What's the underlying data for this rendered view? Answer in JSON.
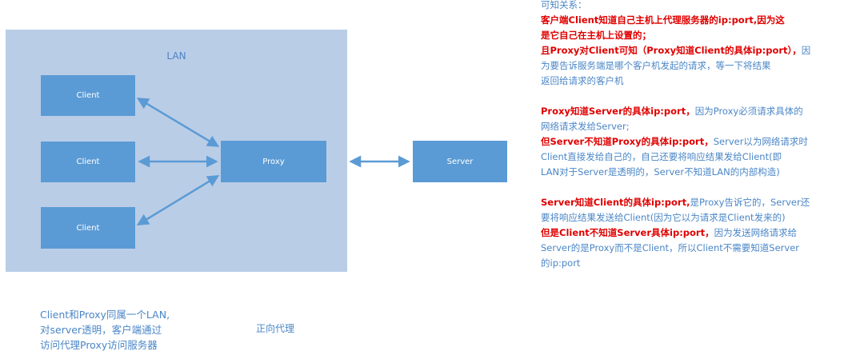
{
  "diagram": {
    "lan_label": "LAN",
    "clients": [
      "Client",
      "Client",
      "Client"
    ],
    "proxy": "Proxy",
    "server": "Server"
  },
  "captions": {
    "lan_line1": "Client和Proxy同属一个LAN,",
    "lan_line2": "对server透明，客户端通过",
    "lan_line3": "访问代理Proxy访问服务器",
    "forward_proxy": "正向代理"
  },
  "notes": {
    "heading": "可知关系：",
    "p1_red": "客户端Client知道自己主机上代理服务器的ip:port,",
    "p1_red_cont": "因为这",
    "p1_line2": "是它自己在主机上设置的；",
    "p2_red": "且Proxy对Client可知（Proxy知道Client的具体ip:port），",
    "p2_red_cont": "因",
    "p2_line2": "为要告诉服务端是哪个客户机发起的请求，等一下将结果",
    "p2_line3": "返回给请求的客户机",
    "p3_red": "Proxy知道Server的具体ip:port，",
    "p3_blue": "因为Proxy必须请求具体的",
    "p3_line2": "网络请求发给Server;",
    "p4_red": "但Server不知道Proxy的具体ip:port，",
    "p4_blue": "Server以为网络请求时",
    "p4_line2": "Client直接发给自己的，自己还要将响应结果发给Client(即",
    "p4_line3": "LAN对于Server是透明的，Server不知道LAN的内部构造)",
    "p5_red": "Server知道Client的具体ip:port,",
    "p5_blue": "是Proxy告诉它的，Server还",
    "p5_line2": "要将响应结果发送给Client(因为它以为请求是Client发来的)",
    "p6_red": "但是Client不知道Server具体ip:port，",
    "p6_blue": "因为发送网络请求给",
    "p6_line2": "Server的是Proxy而不是Client，所以Client不需要知道Server",
    "p6_line3": "的ip:port"
  },
  "colors": {
    "lan_bg": "#bacde7",
    "node": "#5b9bd5",
    "arrow": "#5b9bd5",
    "caption_text": "#4a86c6",
    "emphasis_red": "#e00000"
  }
}
